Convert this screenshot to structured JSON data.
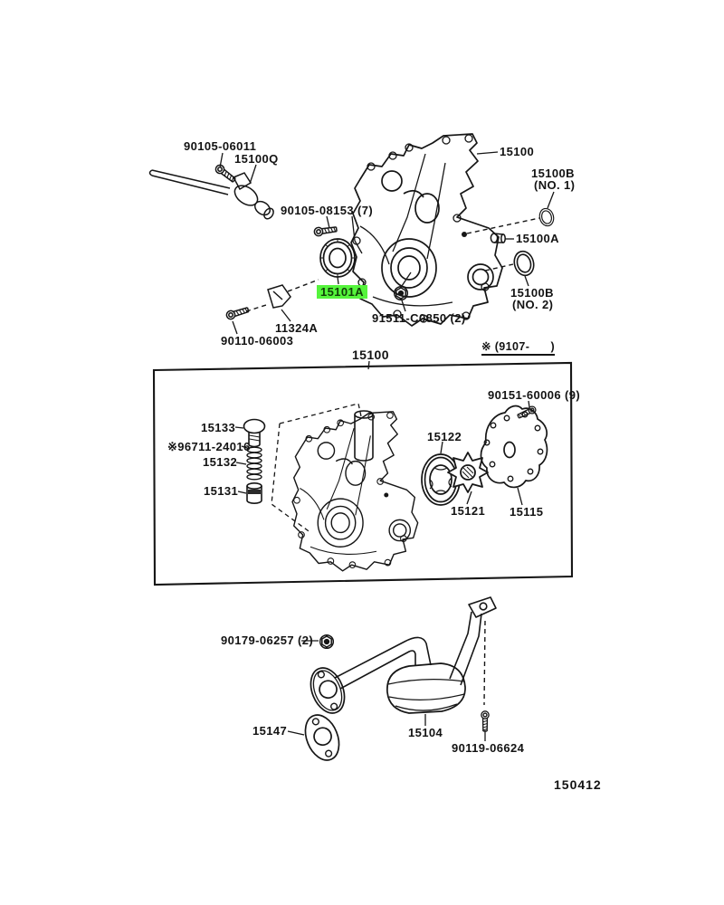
{
  "figure": {
    "number": "150412"
  },
  "highlight": {
    "bg": "#55f43c"
  },
  "top": {
    "l_90105_06011": "90105-06011",
    "l_15100q": "15100Q",
    "l_90105_08153": "90105-08153 (7)",
    "l_15100": "15100",
    "l_15100b1_a": "15100B",
    "l_15100b1_b": "(NO. 1)",
    "l_15100a": "15100A",
    "l_15100b2_a": "15100B",
    "l_15100b2_b": "(NO. 2)",
    "l_15101a": "15101A",
    "l_91511": "91511-C0850 (2)",
    "l_11324a": "11324A",
    "l_90110": "90110-06003"
  },
  "middle": {
    "title": "15100",
    "date_note": "※ (9107-      )",
    "l_15133": "15133",
    "l_96711": "※96711-24016",
    "l_15132": "15132",
    "l_15131": "15131",
    "l_15122": "15122",
    "l_90151": "90151-60006 (9)",
    "l_15121": "15121",
    "l_15115": "15115"
  },
  "bottom": {
    "l_90179": "90179-06257 (2)",
    "l_15147": "15147",
    "l_15104": "15104",
    "l_90119": "90119-06624"
  }
}
